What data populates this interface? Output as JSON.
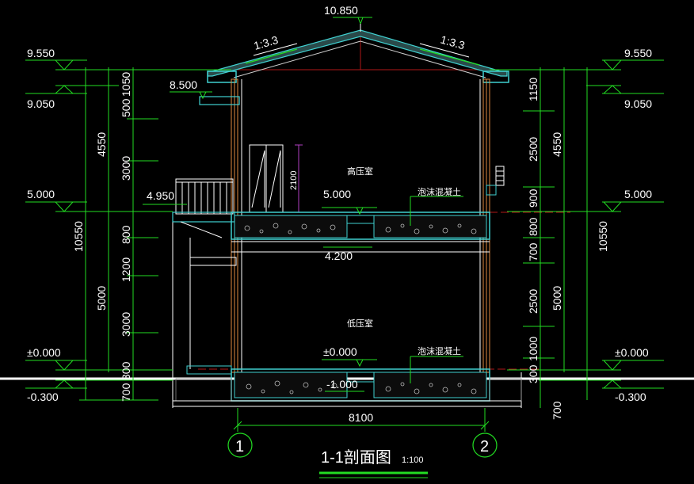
{
  "title": {
    "main": "1-1剖面图",
    "scale": "1:100"
  },
  "roof": {
    "ridge_elev": "10.850",
    "slope_left": "1:3.3",
    "slope_right": "1:3.3"
  },
  "rooms": {
    "upper": "高压室",
    "lower": "低压室"
  },
  "notes": {
    "foam_upper": "泡沫混凝土",
    "foam_lower": "泡沫混凝土"
  },
  "elevations": {
    "left_9550": "9.550",
    "left_9050": "9.050",
    "left_5000": "5.000",
    "left_0000": "±0.000",
    "left_m0300": "-0.300",
    "right_9550": "9.550",
    "right_9050": "9.050",
    "right_5000": "5.000",
    "right_0000": "±0.000",
    "right_m0300": "-0.300",
    "canopy_8500": "8.500",
    "balcony_4950": "4.950",
    "floor2": "5.000",
    "beam": "4.200",
    "floor1": "±0.000",
    "pit": "-1.000"
  },
  "dims": {
    "left_total": "10550",
    "left_upper": "4550",
    "left_lower": "5000",
    "left_500": "500",
    "left_1050": "1050",
    "left_3000a": "3000",
    "left_800": "800",
    "left_1200": "1200",
    "left_3000b": "3000",
    "left_300": "300",
    "left_700": "700",
    "right_total": "10550",
    "right_upper": "4550",
    "right_lower": "5000",
    "right_1150": "1150",
    "right_2500a": "2500",
    "right_900": "900",
    "right_800": "800",
    "right_700": "700",
    "right_2500b": "2500",
    "right_1000": "1000",
    "right_300": "300",
    "right_700b": "700",
    "door_2100": "2100",
    "span": "8100"
  },
  "axes": {
    "a1": "1",
    "a2": "2"
  }
}
